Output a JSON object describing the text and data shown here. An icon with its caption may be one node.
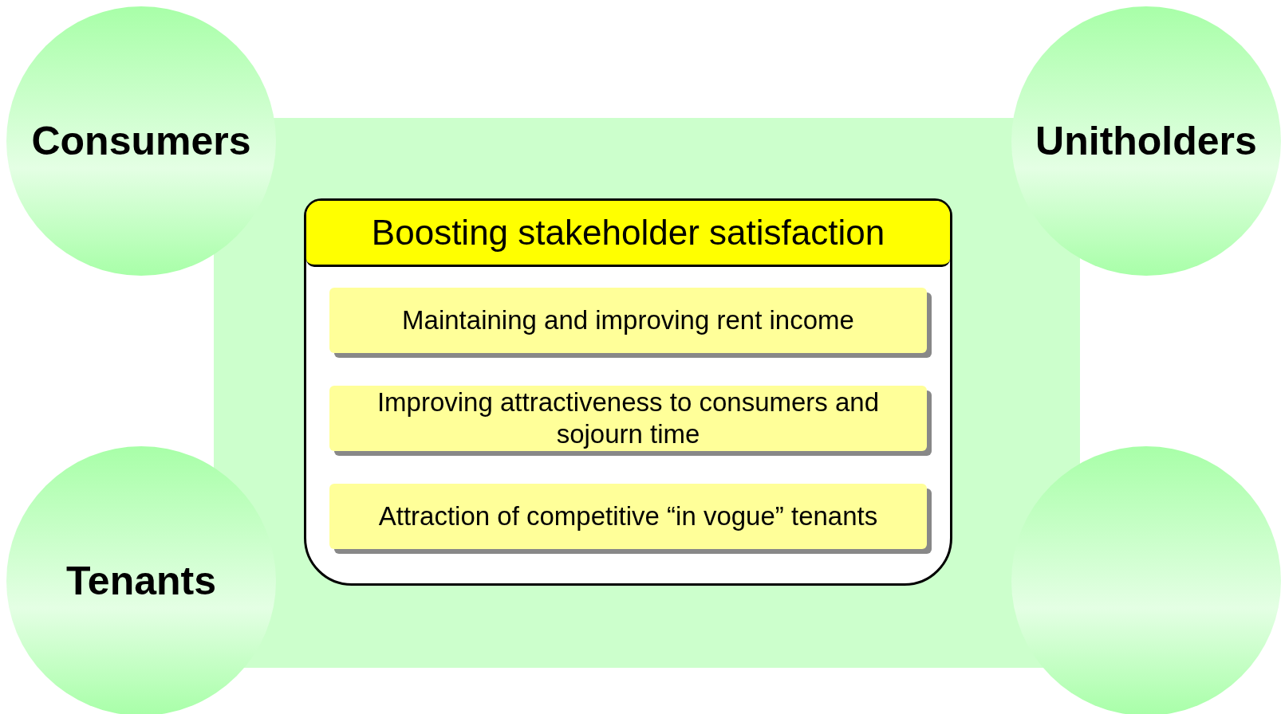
{
  "diagram": {
    "nodes": [
      {
        "text": [
          "Consumers"
        ]
      },
      {
        "text": [
          "Unitholders"
        ]
      },
      {
        "text": [
          "Boosting stakeholder satisfaction"
        ]
      },
      {
        "text": [
          "Maintaining and improving rent income"
        ],
        "in": 2
      },
      {
        "text": [
          "Improving attractiveness to consumers and sojourn time"
        ],
        "in": 2
      },
      {
        "text": [
          "Attraction of competitive “in vogue” tenants"
        ],
        "in": 2
      },
      {
        "text": [
          "Tenants"
        ]
      },
      {
        "text": [],
        "shape": "circle"
      }
    ]
  }
}
